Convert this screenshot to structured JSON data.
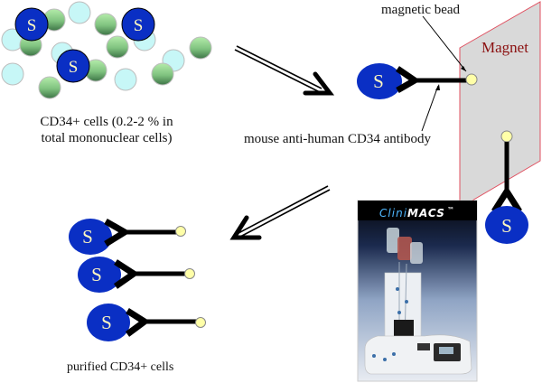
{
  "labels": {
    "cd34_cells": [
      "CD34+ cells (0.2-2 % in",
      "total mononuclear cells)"
    ],
    "magnetic_bead": "magnetic bead",
    "magnet": "Magnet",
    "antibody": "mouse anti-human CD34 antibody",
    "purified": "purified CD34+ cells",
    "device_brand_part1": "Clini",
    "device_brand_part2": "MACS",
    "device_trademark": "™",
    "stem_cell_letter": "S"
  },
  "colors": {
    "stem_cell": "#0a2fc4",
    "other_cell_light": "#c7f7f7",
    "other_cell_green_top": "#a8e6a0",
    "other_cell_green_bottom": "#3d7a45",
    "bead": "#ffffa8",
    "magnet_fill": "#d9d9d9",
    "magnet_edge": "#e05060",
    "magnet_text": "#8b1010"
  },
  "icons": {
    "process_arrow": "double-line-arrow",
    "device_photo": "clinimacs-device-photo"
  }
}
